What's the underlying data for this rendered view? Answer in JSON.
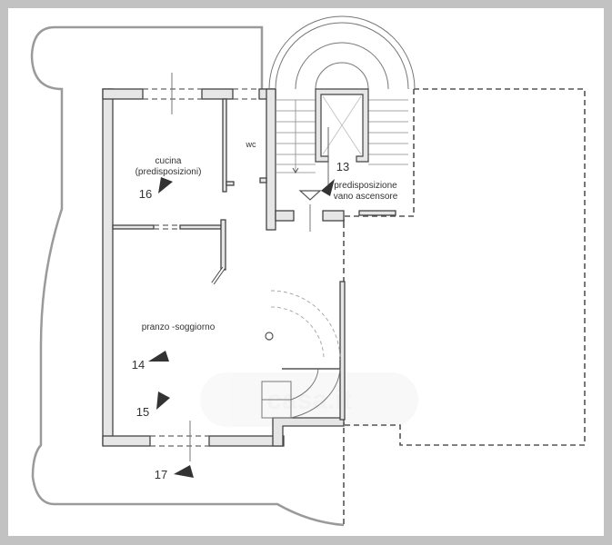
{
  "plan": {
    "rooms": [
      {
        "id": "cucina",
        "name": "cucina",
        "sub": "(predisposizioni)"
      },
      {
        "id": "wc",
        "name": "wc"
      },
      {
        "id": "soggiorno",
        "name": "pranzo -soggiorno"
      },
      {
        "id": "ascensore",
        "name": "predisposizione",
        "sub": "vano ascensore"
      }
    ],
    "viewpoints": [
      {
        "n": "13"
      },
      {
        "n": "14"
      },
      {
        "n": "15"
      },
      {
        "n": "16"
      },
      {
        "n": "17"
      }
    ],
    "watermark": "casa.it",
    "colors": {
      "wall": "#e6e6e6",
      "line": "#555555",
      "outline": "#9a9a9a",
      "border": "#c2c2c2"
    }
  }
}
